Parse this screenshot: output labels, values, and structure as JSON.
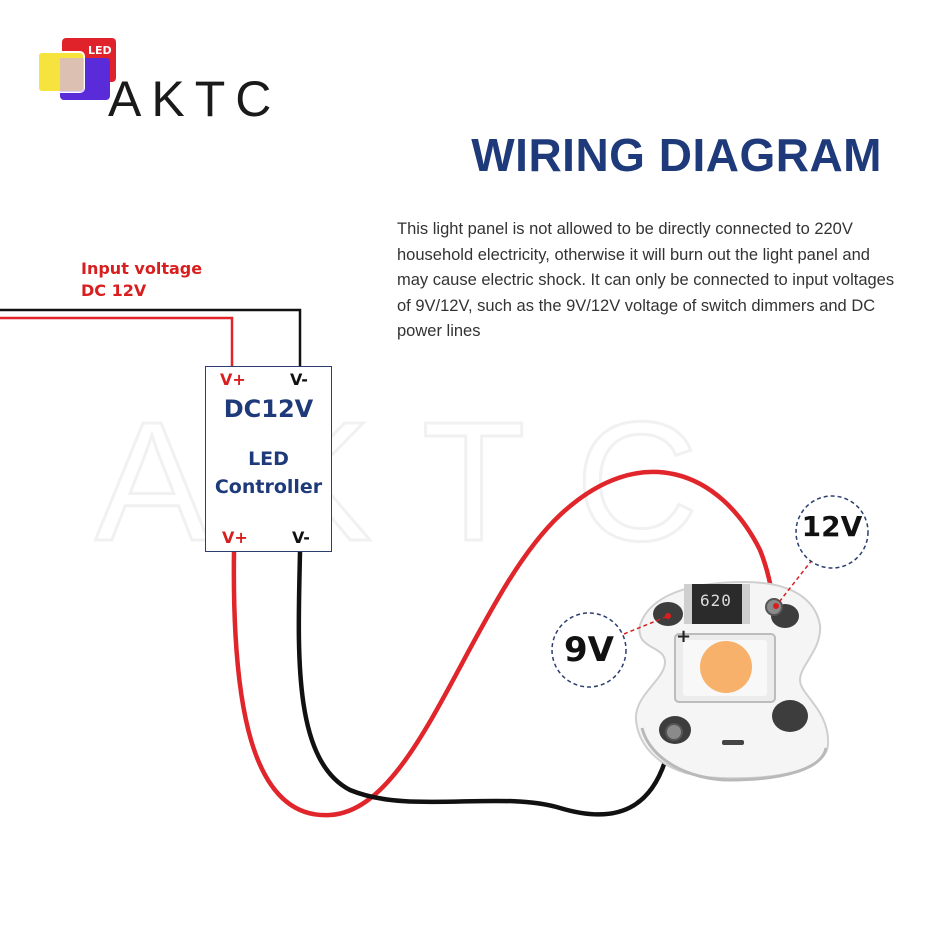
{
  "brand": {
    "name": "AKTC",
    "logo_badge": "LED",
    "watermark": "AKTC",
    "colors": {
      "yellow": "#f7e33d",
      "red": "#e0232b",
      "purple": "#5a2bd9"
    }
  },
  "title": "WIRING DIAGRAM",
  "description": "This light panel is not allowed to be directly connected to 220V household electricity, otherwise it will burn out the light panel and may cause electric shock. It can only be connected to input voltages of 9V/12V, such as the 9V/12V voltage of switch dimmers and DC power lines",
  "input_label": {
    "line1": "Input voltage",
    "line2": "DC 12V"
  },
  "controller": {
    "top_plus": "V+",
    "top_minus": "V-",
    "voltage": "DC12V",
    "name_line1": "LED",
    "name_line2": "Controller",
    "bottom_plus": "V+",
    "bottom_minus": "V-"
  },
  "led_board": {
    "resistor_code": "620",
    "polarity_mark": "+",
    "callout_high": "12V",
    "callout_low": "9V"
  },
  "colors": {
    "title": "#1f3a7a",
    "wire_red": "#e0252b",
    "wire_black": "#111111",
    "label_red": "#d81e1e",
    "led": "#f7b16a"
  }
}
